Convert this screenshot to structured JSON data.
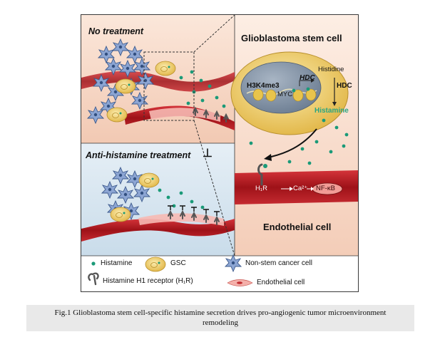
{
  "figure": {
    "panel_top_title": "No treatment",
    "panel_bottom_title": "Anti-histamine treatment",
    "gsc_title": "Glioblastoma stem cell",
    "endo_title": "Endothelial cell",
    "h3k4me3": "H3K4me3",
    "hdc_gene": "HDC",
    "myc": "MYC",
    "histidine": "Histidine",
    "hdc_enzyme": "HDC",
    "histamine_label": "Histamine",
    "h1r": "H₁R",
    "ca": "Ca²⁺",
    "nfkb": "NF-κB",
    "colors": {
      "tumor_bg": "#f7d9c6",
      "treated_bg": "#d8e6f0",
      "vessel": "#b01e24",
      "histamine_dot": "#1a9a78",
      "gsc_cell": "#f1d479",
      "nucleus": "#8494a6",
      "non_stem_cell": "#8ca5d3",
      "histamine_text": "#2aa582"
    }
  },
  "legend": {
    "histamine": "Histamine",
    "gsc": "GSC",
    "non_stem": "Non-stem cancer cell",
    "h1_receptor": "Histamine H1 receptor (H₁R)",
    "endothelial": "Endothelial cell"
  },
  "caption": {
    "line1": "Fig.1 Glioblastoma stem cell-specific histamine secretion drives pro-angiogenic tumor microenvironment",
    "line2": "remodeling"
  }
}
